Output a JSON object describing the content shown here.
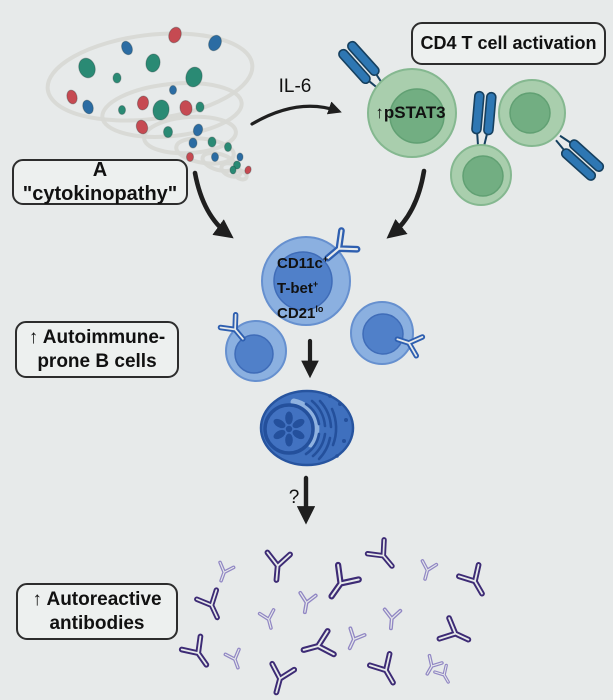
{
  "colors": {
    "background": "#e7eaea",
    "box_fill": "#edf0ef",
    "box_border": "#2d2d2d",
    "arrow": "#1f1f1f",
    "spiral": "#d8d9d5",
    "cytokine_teal": "#2a8a74",
    "cytokine_red": "#c64a52",
    "cytokine_blue": "#2b6ca3",
    "tcell_outer": "#a9cead",
    "tcell_border": "#85b890",
    "tcell_nucleus": "#72ae82",
    "tcell_nucleus_border": "#61a073",
    "tcr_fill": "#2e77b3",
    "tcr_border": "#16405f",
    "bcell_outer": "#8bb0e0",
    "bcell_border": "#6690cf",
    "bcell_nucleus": "#5080c9",
    "bcell_nucleus_border": "#3f6cb8",
    "bcr": "#2e5fb0",
    "plasma_body": "#3f70be",
    "plasma_border": "#27549f",
    "plasma_crescent": "#8fb2e0",
    "plasma_wheel": "#4272c1",
    "plasma_dark": "#24509c",
    "ab_dark": "#3d2b75",
    "ab_light": "#9187c4"
  },
  "labels": {
    "cytokinopathy": "A \"cytokinopathy\"",
    "cd4_activation": "CD4 T cell activation",
    "il6": "IL-6",
    "pstat3": "↑pSTAT3",
    "marker1": {
      "base": "CD11c",
      "sup": "+"
    },
    "marker2": {
      "base": "T-bet",
      "sup": "+"
    },
    "marker3": {
      "base": "CD21",
      "sup": "lo"
    },
    "autoimmune_line1": "↑ Autoimmune-",
    "autoimmune_line2": "prone B cells",
    "question": "?",
    "autoreactive_line1": "↑ Autoreactive",
    "autoreactive_line2": "antibodies"
  },
  "cytokines": [
    [
      175,
      35,
      6,
      8,
      20,
      "red"
    ],
    [
      127,
      48,
      5,
      7,
      -25,
      "blue"
    ],
    [
      215,
      43,
      6,
      8,
      25,
      "blue"
    ],
    [
      87,
      68,
      8,
      10,
      -20,
      "teal"
    ],
    [
      153,
      63,
      7,
      9,
      10,
      "teal"
    ],
    [
      194,
      77,
      8,
      10,
      15,
      "teal"
    ],
    [
      117,
      78,
      4,
      5,
      0,
      "teal"
    ],
    [
      72,
      97,
      5,
      7,
      -15,
      "red"
    ],
    [
      88,
      107,
      5,
      7,
      -20,
      "blue"
    ],
    [
      173,
      90,
      3.5,
      4.5,
      0,
      "blue"
    ],
    [
      143,
      103,
      5.5,
      7,
      10,
      "red"
    ],
    [
      161,
      110,
      8,
      10,
      10,
      "teal"
    ],
    [
      186,
      108,
      6,
      7.5,
      -10,
      "red"
    ],
    [
      200,
      107,
      4,
      5,
      0,
      "teal"
    ],
    [
      122,
      110,
      3.5,
      4.5,
      0,
      "teal"
    ],
    [
      142,
      127,
      5.5,
      7,
      -20,
      "red"
    ],
    [
      168,
      132,
      4.5,
      5.5,
      0,
      "teal"
    ],
    [
      198,
      130,
      4.5,
      6,
      15,
      "blue"
    ],
    [
      193,
      143,
      4,
      5,
      0,
      "blue"
    ],
    [
      190,
      157,
      3.5,
      4.5,
      0,
      "red"
    ],
    [
      212,
      142,
      4,
      5,
      0,
      "teal"
    ],
    [
      215,
      157,
      3.5,
      4.5,
      0,
      "blue"
    ],
    [
      228,
      147,
      3.5,
      4.5,
      0,
      "teal"
    ],
    [
      237,
      165,
      3.5,
      4,
      0,
      "teal"
    ],
    [
      240,
      157,
      3,
      4,
      0,
      "blue"
    ],
    [
      233,
      170,
      3,
      4,
      0,
      "teal"
    ],
    [
      248,
      170,
      3,
      4,
      20,
      "red"
    ]
  ],
  "antibodies": [
    [
      225,
      570,
      20,
      0.6,
      "light"
    ],
    [
      278,
      562,
      5,
      0.95,
      "dark"
    ],
    [
      343,
      580,
      35,
      1.05,
      "dark"
    ],
    [
      381,
      553,
      -40,
      0.9,
      "dark"
    ],
    [
      428,
      568,
      15,
      0.6,
      "light"
    ],
    [
      473,
      578,
      -30,
      0.95,
      "dark"
    ],
    [
      210,
      602,
      -25,
      0.9,
      "dark"
    ],
    [
      307,
      600,
      10,
      0.65,
      "light"
    ],
    [
      268,
      617,
      -15,
      0.6,
      "light"
    ],
    [
      322,
      645,
      75,
      1.0,
      "dark"
    ],
    [
      355,
      637,
      25,
      0.65,
      "light"
    ],
    [
      392,
      616,
      5,
      0.65,
      "light"
    ],
    [
      196,
      650,
      -35,
      0.95,
      "dark"
    ],
    [
      234,
      657,
      -20,
      0.6,
      "light"
    ],
    [
      281,
      675,
      15,
      0.95,
      "dark"
    ],
    [
      384,
      667,
      -30,
      0.95,
      "dark"
    ],
    [
      433,
      664,
      30,
      0.6,
      "light"
    ],
    [
      452,
      632,
      -65,
      0.95,
      "dark"
    ],
    [
      443,
      673,
      -30,
      0.55,
      "light"
    ]
  ]
}
